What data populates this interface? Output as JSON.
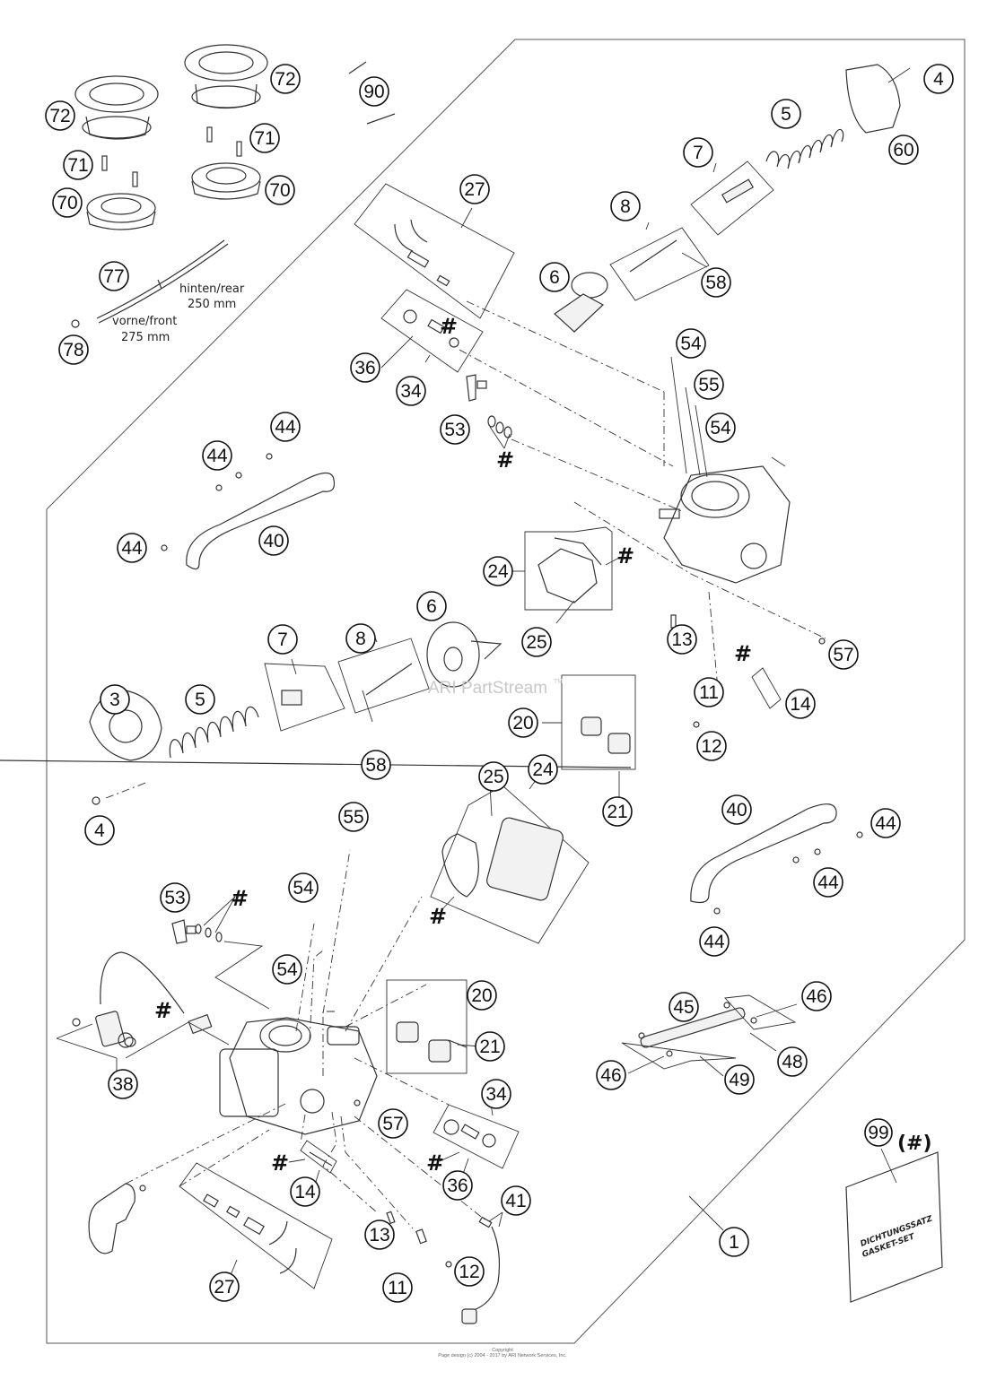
{
  "diagram": {
    "title": "Carburetor / Throttle Body Exploded Parts Diagram",
    "watermark": "ARI PartStream",
    "watermark_tm": "TM",
    "hose_notes": {
      "rear_label": "hinten/rear",
      "rear_length": "250 mm",
      "front_label": "vorne/front",
      "front_length": "275 mm"
    },
    "gasket_kit": {
      "callout": "99",
      "suffix": "(#)",
      "line1": "DICHTUNGSSATZ",
      "line2": "GASKET-SET"
    },
    "gasket_marker": "#",
    "callouts": [
      {
        "id": "c72a",
        "label": "72"
      },
      {
        "id": "c72b",
        "label": "72"
      },
      {
        "id": "c71a",
        "label": "71"
      },
      {
        "id": "c71b",
        "label": "71"
      },
      {
        "id": "c70a",
        "label": "70"
      },
      {
        "id": "c70b",
        "label": "70"
      },
      {
        "id": "c77",
        "label": "77"
      },
      {
        "id": "c78",
        "label": "78"
      },
      {
        "id": "c90",
        "label": "90"
      },
      {
        "id": "c27a",
        "label": "27"
      },
      {
        "id": "c36a",
        "label": "36"
      },
      {
        "id": "c34a",
        "label": "34"
      },
      {
        "id": "c53a",
        "label": "53"
      },
      {
        "id": "c6a",
        "label": "6"
      },
      {
        "id": "c8a",
        "label": "8"
      },
      {
        "id": "c58a",
        "label": "58"
      },
      {
        "id": "c7a",
        "label": "7"
      },
      {
        "id": "c5a",
        "label": "5"
      },
      {
        "id": "c4a",
        "label": "4"
      },
      {
        "id": "c60",
        "label": "60"
      },
      {
        "id": "c54a",
        "label": "54"
      },
      {
        "id": "c55a",
        "label": "55"
      },
      {
        "id": "c54b",
        "label": "54"
      },
      {
        "id": "c44a",
        "label": "44"
      },
      {
        "id": "c44b",
        "label": "44"
      },
      {
        "id": "c44c",
        "label": "44"
      },
      {
        "id": "c40a",
        "label": "40"
      },
      {
        "id": "c24a",
        "label": "24"
      },
      {
        "id": "c25a",
        "label": "25"
      },
      {
        "id": "c13a",
        "label": "13"
      },
      {
        "id": "c57a",
        "label": "57"
      },
      {
        "id": "c11a",
        "label": "11"
      },
      {
        "id": "c14a",
        "label": "14"
      },
      {
        "id": "c12a",
        "label": "12"
      },
      {
        "id": "c20a",
        "label": "20"
      },
      {
        "id": "c21a",
        "label": "21"
      },
      {
        "id": "c3",
        "label": "3"
      },
      {
        "id": "c5b",
        "label": "5"
      },
      {
        "id": "c7b",
        "label": "7"
      },
      {
        "id": "c8b",
        "label": "8"
      },
      {
        "id": "c6b",
        "label": "6"
      },
      {
        "id": "c58b",
        "label": "58"
      },
      {
        "id": "c4b",
        "label": "4"
      },
      {
        "id": "c25b",
        "label": "25"
      },
      {
        "id": "c24b",
        "label": "24"
      },
      {
        "id": "c40b",
        "label": "40"
      },
      {
        "id": "c44d",
        "label": "44"
      },
      {
        "id": "c44e",
        "label": "44"
      },
      {
        "id": "c44f",
        "label": "44"
      },
      {
        "id": "c55b",
        "label": "55"
      },
      {
        "id": "c53b",
        "label": "53"
      },
      {
        "id": "c54c",
        "label": "54"
      },
      {
        "id": "c54d",
        "label": "54"
      },
      {
        "id": "c20b",
        "label": "20"
      },
      {
        "id": "c21b",
        "label": "21"
      },
      {
        "id": "c45",
        "label": "45"
      },
      {
        "id": "c46a",
        "label": "46"
      },
      {
        "id": "c46b",
        "label": "46"
      },
      {
        "id": "c48",
        "label": "48"
      },
      {
        "id": "c49",
        "label": "49"
      },
      {
        "id": "c38",
        "label": "38"
      },
      {
        "id": "c57b",
        "label": "57"
      },
      {
        "id": "c34b",
        "label": "34"
      },
      {
        "id": "c36b",
        "label": "36"
      },
      {
        "id": "c14b",
        "label": "14"
      },
      {
        "id": "c41",
        "label": "41"
      },
      {
        "id": "c27b",
        "label": "27"
      },
      {
        "id": "c13b",
        "label": "13"
      },
      {
        "id": "c11b",
        "label": "11"
      },
      {
        "id": "c12b",
        "label": "12"
      },
      {
        "id": "c1",
        "label": "1"
      }
    ]
  },
  "footer": {
    "line1": "Copyright",
    "line2": "Page design (c) 2004 - 2017 by ARI Network Services, Inc."
  }
}
